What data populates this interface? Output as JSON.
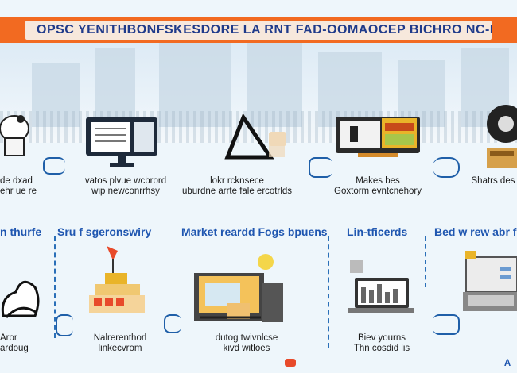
{
  "banner": {
    "title": "OPSC YENITHBONFSKESDORE LA RNT FAD-OOMAOCEP BICHRO NC-EOLXPERS"
  },
  "row1": {
    "items": [
      {
        "line1": "de dxad",
        "line2": "ehr ue re"
      },
      {
        "line1": "vatos plvue wcbrord",
        "line2": "wip newconrrhsy"
      },
      {
        "line1": "lokr rcknsece",
        "line2": "uburdne arrte fale ercotrlds"
      },
      {
        "line1": "Makes bes",
        "line2": "Goxtorm evntcnehory"
      },
      {
        "line1": "Shatrs des",
        "line2": ""
      }
    ]
  },
  "row2": {
    "headings": [
      "n thurfe",
      "Sru f sgeronswiry",
      "Market reardd Fogs bpuens",
      "Lin-tficerds",
      "Bed w rew abr f"
    ]
  },
  "row3": {
    "items": [
      {
        "line1": "Aror",
        "line2": "ardoug"
      },
      {
        "line1": "Nalrerenthorl",
        "line2": "linkecvrom"
      },
      {
        "line1": "dutog twivnlcse",
        "line2": "kivd witloes"
      },
      {
        "line1": "Biev yourns",
        "line2": "Thn cosdid lis"
      }
    ]
  },
  "footer": {
    "mark": "A"
  },
  "colors": {
    "banner": "#f26a21",
    "heading": "#1f56b0",
    "connector": "#2a6fb8"
  }
}
